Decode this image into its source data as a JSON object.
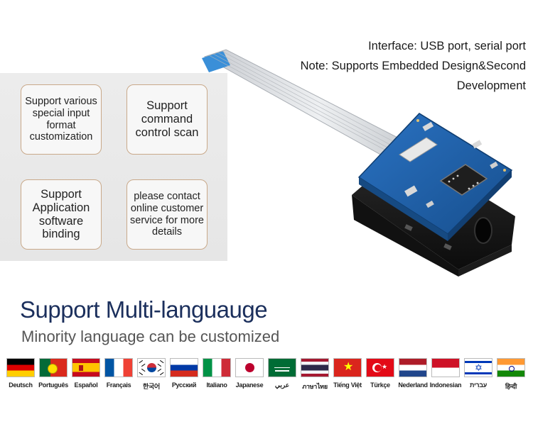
{
  "specs": {
    "interface": "Interface: USB port, serial port",
    "note_line1": "Note: Supports Embedded Design&Second",
    "note_line2": "Development"
  },
  "features": [
    "Support various special input format customization",
    "Support command control scan",
    "Support Application software binding",
    "please contact online customer service for more details"
  ],
  "headline": "Support Multi-languauge",
  "subline": "Minority language can be customized",
  "languages": [
    {
      "label": "Deutsch",
      "icon": "germany-flag-icon"
    },
    {
      "label": "Português",
      "icon": "portugal-flag-icon"
    },
    {
      "label": "Español",
      "icon": "spain-flag-icon"
    },
    {
      "label": "Français",
      "icon": "france-flag-icon"
    },
    {
      "label": "한국어",
      "icon": "south-korea-flag-icon"
    },
    {
      "label": "Русский",
      "icon": "russia-flag-icon"
    },
    {
      "label": "Italiano",
      "icon": "italy-flag-icon"
    },
    {
      "label": "Japanese",
      "icon": "japan-flag-icon"
    },
    {
      "label": "عربي",
      "icon": "saudi-arabia-flag-icon"
    },
    {
      "label": "ภาษาไทย",
      "icon": "thailand-flag-icon"
    },
    {
      "label": "Tiếng Việt",
      "icon": "vietnam-flag-icon"
    },
    {
      "label": "Türkçe",
      "icon": "turkey-flag-icon"
    },
    {
      "label": "Nederland",
      "icon": "netherlands-flag-icon"
    },
    {
      "label": "Indonesian",
      "icon": "indonesia-flag-icon"
    },
    {
      "label": "עִברִית",
      "icon": "israel-flag-icon"
    },
    {
      "label": "हिन्दी",
      "icon": "india-flag-icon"
    }
  ],
  "colors": {
    "headline": "#1b2f5c",
    "pcb": "#1f5fa8",
    "box_border": "#c9a98a"
  }
}
